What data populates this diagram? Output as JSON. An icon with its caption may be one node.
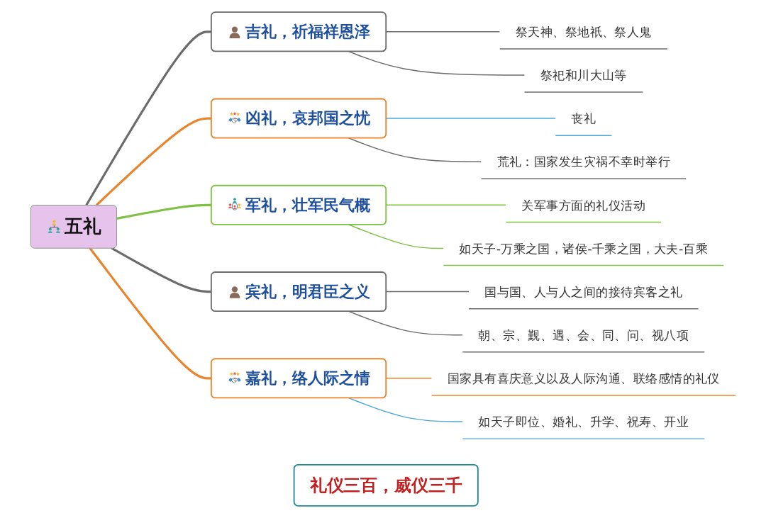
{
  "diagram": {
    "nodes": [
      {
        "text": [
          "五礼"
        ]
      },
      {
        "text": [
          "吉礼，祈福祥恩泽"
        ]
      },
      {
        "text": [
          "祭天神、祭地祇、祭人鬼"
        ]
      },
      {
        "text": [
          "祭祀和川大山等"
        ]
      },
      {
        "text": [
          "凶礼，哀邦国之忧"
        ]
      },
      {
        "text": [
          "丧礼"
        ]
      },
      {
        "text": [
          "荒礼：国家发生灾祸不幸时举行"
        ]
      },
      {
        "text": [
          "军礼，壮军民气概"
        ]
      },
      {
        "text": [
          "关军事方面的礼仪活动"
        ]
      },
      {
        "text": [
          "如天子-万乘之国，诸侯-千乘之国，大夫-百乘"
        ]
      },
      {
        "text": [
          "宾礼，明君臣之义"
        ]
      },
      {
        "text": [
          "国与国、人与人之间的接待宾客之礼"
        ]
      },
      {
        "text": [
          "朝、宗、觐、遇、会、同、问、视八项"
        ]
      },
      {
        "text": [
          "嘉礼，络人际之情"
        ]
      },
      {
        "text": [
          "国家具有喜庆意义以及人际沟通、联络感情的礼仪"
        ]
      },
      {
        "text": [
          "如天子即位、婚礼、升学、祝寿、开业"
        ]
      },
      {
        "text": [
          "礼仪三百，威仪三千"
        ]
      }
    ],
    "edges": [
      {
        "from": 0,
        "to": 1,
        "arrow": "none",
        "style": "thick"
      },
      {
        "from": 1,
        "to": 2,
        "arrow": "none"
      },
      {
        "from": 1,
        "to": 3,
        "arrow": "none"
      },
      {
        "from": 0,
        "to": 4,
        "arrow": "none",
        "style": "thick",
        "color": "#e8842c"
      },
      {
        "from": 4,
        "to": 5,
        "arrow": "none",
        "color": "#4aa8d8"
      },
      {
        "from": 4,
        "to": 6,
        "arrow": "none"
      },
      {
        "from": 0,
        "to": 7,
        "arrow": "none",
        "style": "thick",
        "color": "#7dc143"
      },
      {
        "from": 7,
        "to": 8,
        "arrow": "none",
        "color": "#7dc143"
      },
      {
        "from": 7,
        "to": 9,
        "arrow": "none",
        "color": "#7dc143"
      },
      {
        "from": 0,
        "to": 10,
        "arrow": "none",
        "style": "thick"
      },
      {
        "from": 10,
        "to": 11,
        "arrow": "none"
      },
      {
        "from": 10,
        "to": 12,
        "arrow": "none"
      },
      {
        "from": 0,
        "to": 13,
        "arrow": "none",
        "style": "thick",
        "color": "#e8842c"
      },
      {
        "from": 13,
        "to": 14,
        "arrow": "none",
        "color": "#e8842c"
      },
      {
        "from": 13,
        "to": 15,
        "arrow": "none",
        "color": "#4aa8d8"
      }
    ]
  }
}
